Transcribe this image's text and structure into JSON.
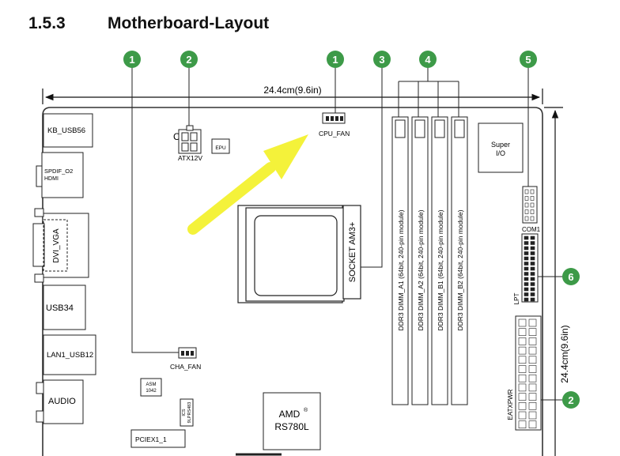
{
  "header": {
    "section_number": "1.5.3",
    "title": "Motherboard-Layout"
  },
  "callouts": {
    "c1a": "1",
    "c2a": "2",
    "c1b": "1",
    "c3": "3",
    "c4": "4",
    "c5": "5",
    "c6": "6",
    "c2b": "2"
  },
  "dimensions": {
    "width": "24.4cm(9.6in)",
    "height": "24.4cm(9.6in)"
  },
  "io_ports": {
    "kb_usb": "KB_USB56",
    "spdif": "SPDIF_O2",
    "hdmi": "HDMI",
    "dvi_vga": "DVI_VGA",
    "usb34": "USB34",
    "lan": "LAN1_USB12",
    "audio": "AUDIO"
  },
  "headers": {
    "atx12v": "ATX12V",
    "atx12v_c": "C",
    "epu": "EPU",
    "cpu_fan": "CPU_FAN",
    "cha_fan": "CHA_FAN",
    "com1": "COM1",
    "lpt": "LPT",
    "eatxpwr": "EATXPWR"
  },
  "chips": {
    "super_io_1": "Super",
    "super_io_2": "I/O",
    "asm_1": "ASM",
    "asm_2": "1042",
    "ics_1": "ICS",
    "ics_2": "9LPRS483",
    "amd_1": "AMD",
    "amd_reg": "®",
    "amd_2": "RS780L"
  },
  "socket": {
    "label": "SOCKET AM3+"
  },
  "dimm": {
    "a1": "DDR3 DIMM_A1 (64bit, 240-pin module)",
    "a2": "DDR3 DIMM_A2 (64bit, 240-pin module)",
    "b1": "DDR3 DIMM_B1 (64bit, 240-pin module)",
    "b2": "DDR3 DIMM_B2 (64bit, 240-pin module)"
  },
  "slots": {
    "pciex1_1": "PCIEX1_1"
  },
  "colors": {
    "callout_green": "#3d9a48",
    "arrow_yellow": "#f4f23a",
    "line": "#222222"
  }
}
